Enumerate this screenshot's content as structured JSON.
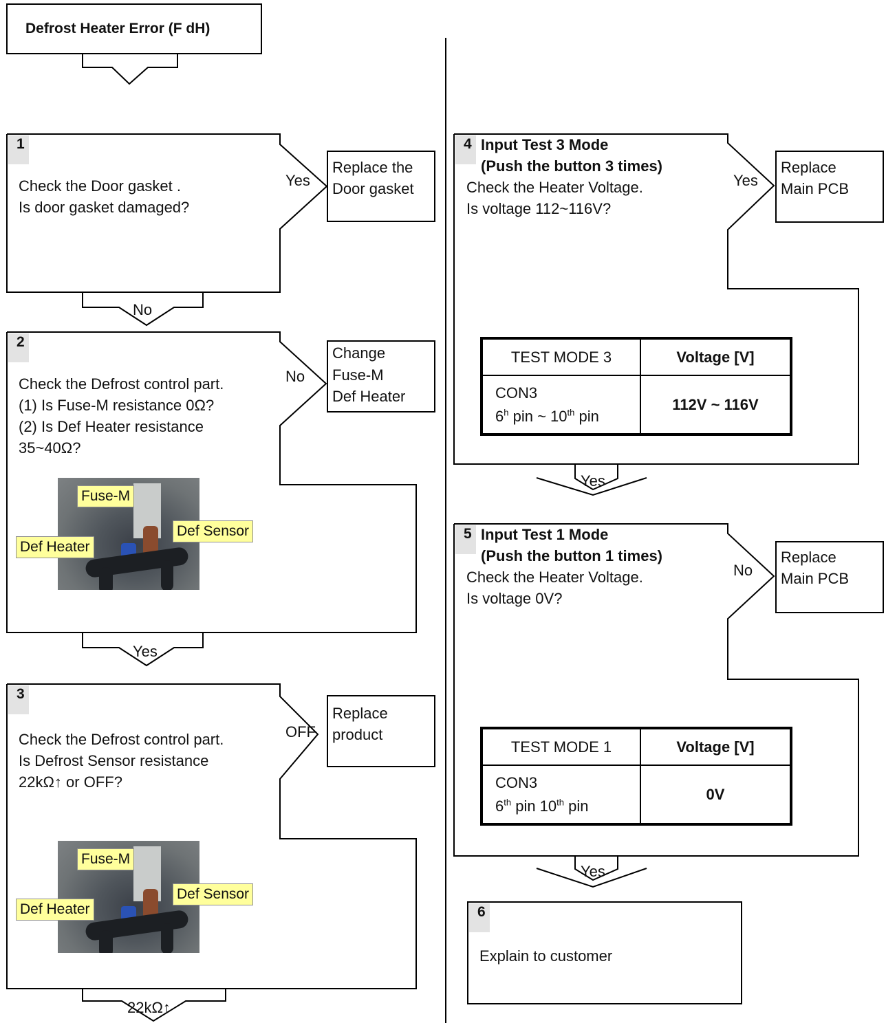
{
  "title": "Defrost Heater Error (F dH)",
  "steps": {
    "s1": {
      "num": "1",
      "line1": "Check the Door gasket .",
      "line2": "Is door gasket damaged?",
      "branch": "Yes",
      "action1": "Replace the",
      "action2": "Door gasket",
      "down": "No"
    },
    "s2": {
      "num": "2",
      "line1": "Check the Defrost control part.",
      "line2": "(1) Is Fuse-M resistance  0Ω?",
      "line3": "(2) Is Def Heater resistance",
      "line4": "35~40Ω?",
      "branch": "No",
      "action1": "Change",
      "action2": "Fuse-M",
      "action3": "Def Heater",
      "down": "Yes"
    },
    "s3": {
      "num": "3",
      "line1": "Check the Defrost control part.",
      "line2": "Is Defrost Sensor  resistance",
      "line3": "22kΩ↑ or OFF?",
      "branch": "OFF",
      "action1": "Replace",
      "action2": "product",
      "down": "22kΩ↑"
    },
    "s4": {
      "num": "4",
      "line1": "Input Test 3 Mode",
      "line2": "(Push the button  3 times)",
      "line3": "Check the Heater  Voltage.",
      "line4": "Is voltage 112~116V?",
      "branch": "Yes",
      "action1": "Replace",
      "action2": "Main PCB",
      "down": "Yes"
    },
    "s5": {
      "num": "5",
      "line1": "Input Test 1 Mode",
      "line2": "(Push the button  1 times)",
      "line3": "Check the Heater  Voltage.",
      "line4": "Is voltage 0V?",
      "branch": "No",
      "action1": "Replace",
      "action2": "Main PCB",
      "down": "Yes"
    },
    "s6": {
      "num": "6",
      "line1": "Explain to customer"
    }
  },
  "photo_labels": {
    "fuse": "Fuse-M",
    "sensor": "Def Sensor",
    "heater": "Def  Heater"
  },
  "table3": {
    "h1": "TEST MODE 3",
    "h2": "Voltage [V]",
    "c1": "CON3",
    "pin_a": "6",
    "pin_a_sup": "h",
    "pin_mid": " pin ~ 10",
    "pin_b_sup": "th",
    "pin_end": " pin",
    "val": "112V ~ 116V"
  },
  "table1": {
    "h1": "TEST MODE 1",
    "h2": "Voltage [V]",
    "c1": "CON3",
    "pin_a": "6",
    "pin_a_sup": "th",
    "pin_mid": " pin 10",
    "pin_b_sup": "th",
    "pin_end": " pin",
    "val": "0V"
  }
}
